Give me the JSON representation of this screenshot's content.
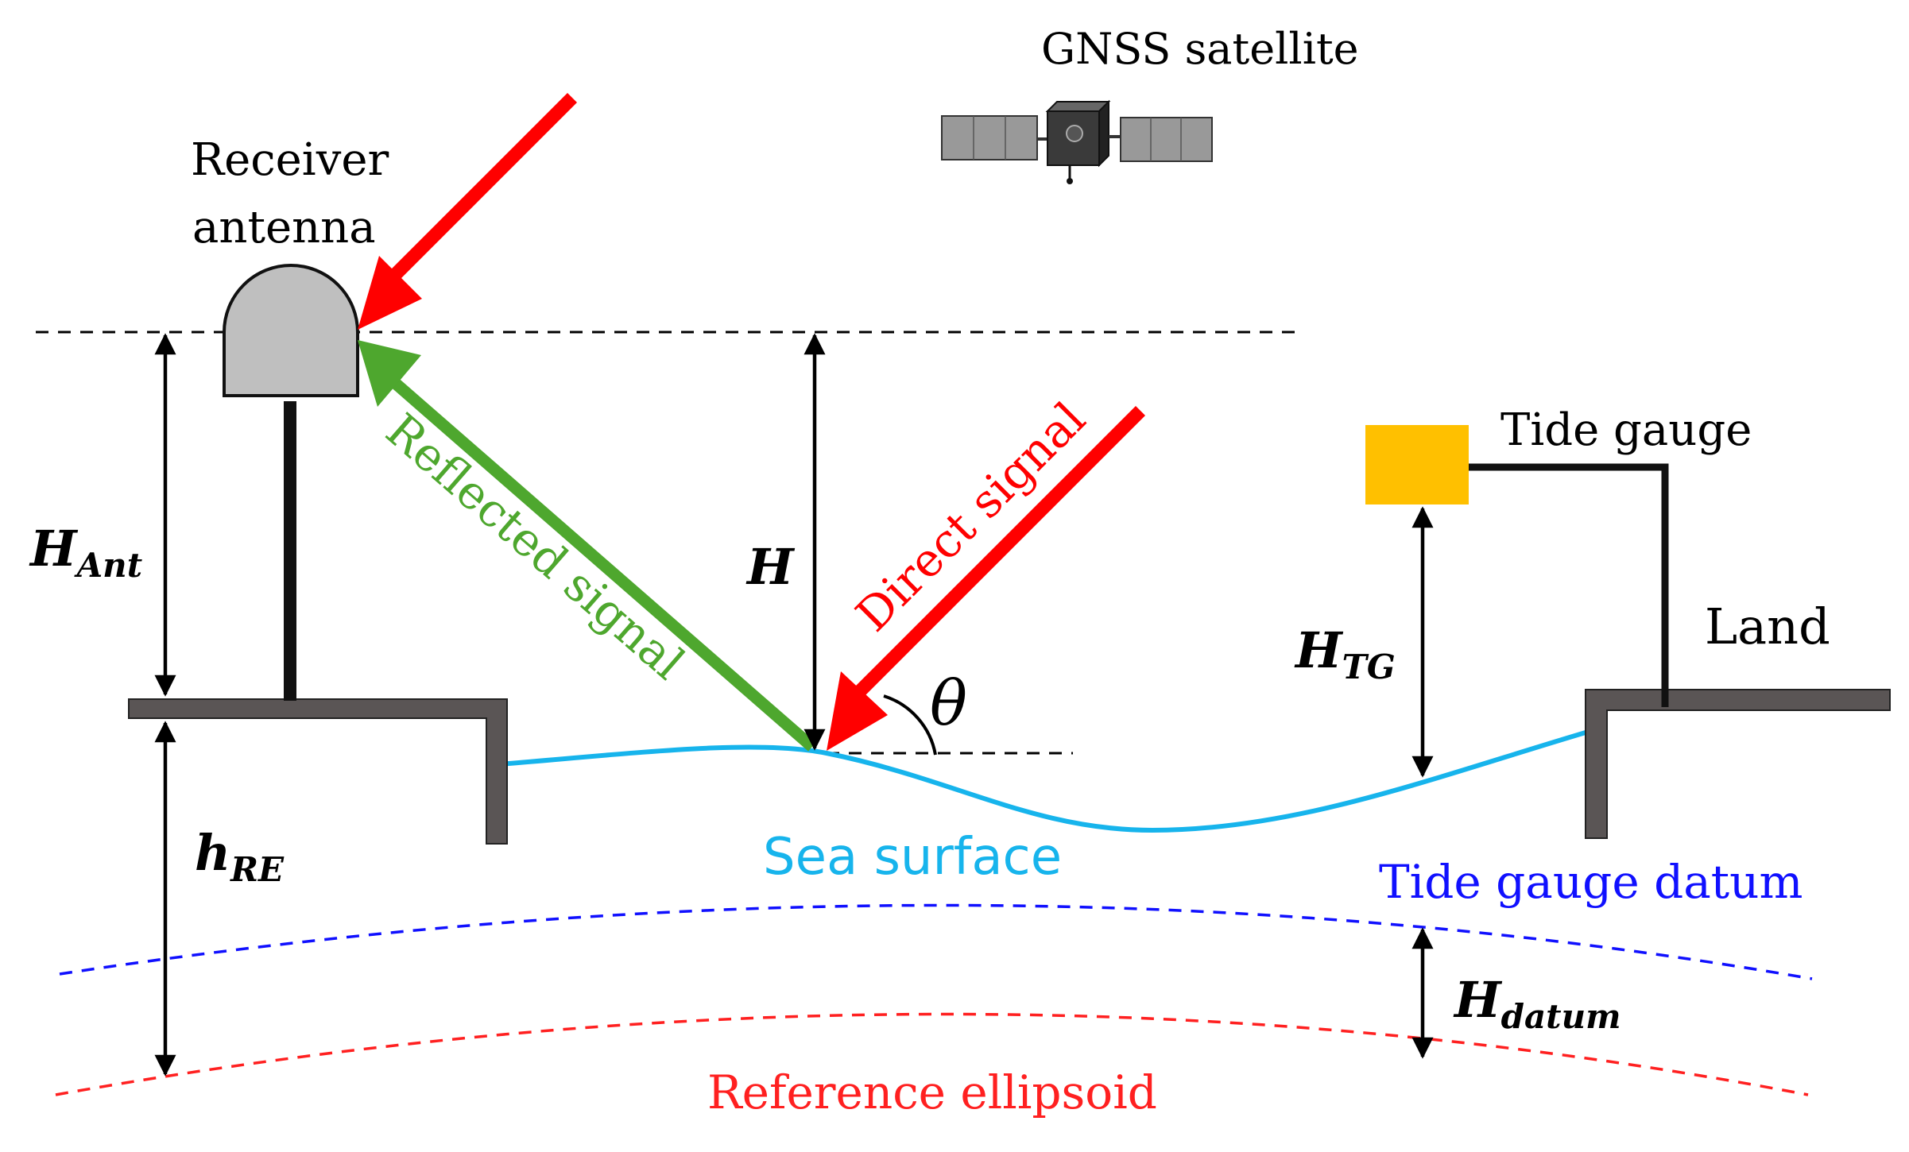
{
  "labels": {
    "satellite": "GNSS satellite",
    "receiver_line1": "Receiver",
    "receiver_line2": "antenna",
    "tide_gauge": "Tide gauge",
    "land": "Land",
    "reflected_signal": "Reflected signal",
    "direct_signal": "Direct signal",
    "sea_surface": "Sea surface",
    "tide_gauge_datum": "Tide gauge datum",
    "reference_ellipsoid": "Reference ellipsoid",
    "theta": "θ"
  },
  "symbols": {
    "H_ant": {
      "main": "H",
      "sub": "Ant"
    },
    "H": {
      "main": "H",
      "sub": ""
    },
    "h_re": {
      "main": "h",
      "sub": "RE"
    },
    "H_tg": {
      "main": "H",
      "sub": "TG"
    },
    "H_datum": {
      "main": "H",
      "sub": "datum"
    }
  },
  "colors": {
    "direct": "#ff0000",
    "reflected": "#4ea72e",
    "sea": "#17b4ec",
    "datum": "#1010ff",
    "ellipsoid": "#ff2020",
    "structure": "#5a5555",
    "tide_gauge_box": "#ffc000",
    "antenna": "#bfbfbf"
  }
}
